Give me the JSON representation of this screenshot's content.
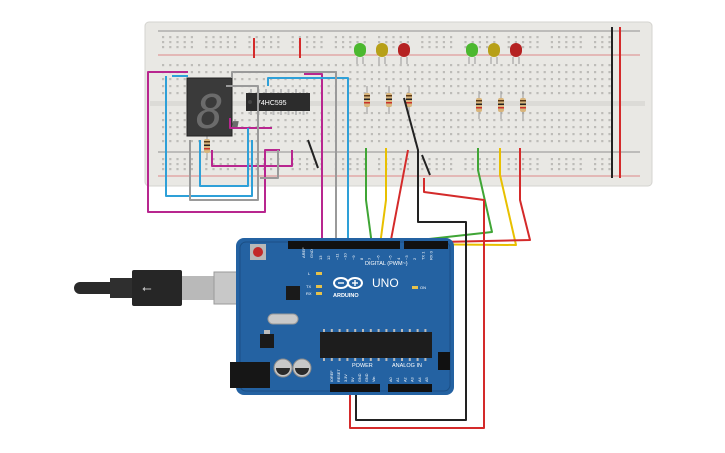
{
  "colors": {
    "breadboard": "#e9e8e4",
    "breadboard_shadow": "#d4d3cf",
    "hole": "#bdbcb8",
    "rail_red": "#d22a2a",
    "rail_dark": "#3a3a3a",
    "board": "#2462a2",
    "board_dark": "#1b4f85",
    "wire_magenta": "#b8268f",
    "wire_cyan": "#2ea0d8",
    "wire_gray": "#9a9a9a",
    "wire_green": "#3fa535",
    "wire_yellow": "#e8c000",
    "wire_red": "#d42a2a",
    "wire_black": "#222222",
    "led_green": "#4cb82f",
    "led_yellow": "#b7a018",
    "led_red": "#b52222"
  },
  "components": {
    "shift_register_label": "74HC595",
    "seven_segment_digit": "8."
  },
  "arduino": {
    "brand": "ARDUINO",
    "model": "UNO",
    "digital_label": "DIGITAL (PWM~)",
    "power_label": "POWER",
    "analog_label": "ANALOG IN",
    "aref_label": "AREF",
    "gnd_label": "GND",
    "on_label": "ON",
    "tx_label": "TX",
    "rx_label": "RX",
    "l_label": "L",
    "digital_pins": [
      "13",
      "12",
      "~11",
      "~10",
      "~9",
      "8",
      "7",
      "~6",
      "~5",
      "4",
      "~3",
      "2",
      "TX 1",
      "RX 0"
    ],
    "power_pins": [
      "IOREF",
      "RESET",
      "3.3V",
      "5V",
      "GND",
      "GND",
      "Vin"
    ],
    "analog_pins": [
      "A0",
      "A1",
      "A2",
      "A3",
      "A4",
      "A5"
    ]
  }
}
